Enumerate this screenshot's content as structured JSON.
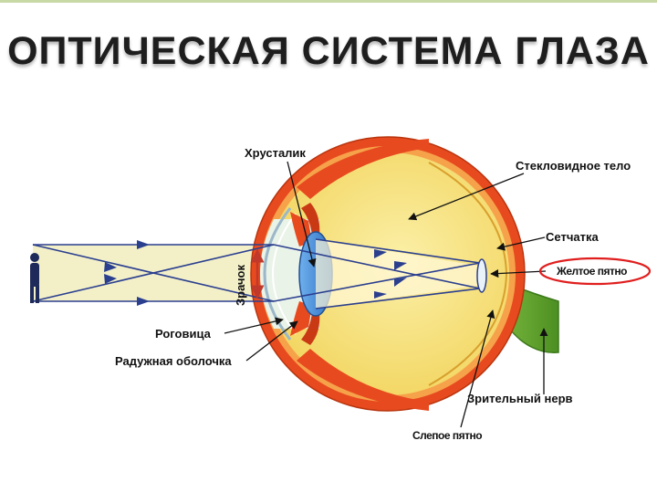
{
  "title": "ОПТИЧЕСКАЯ СИСТЕМА ГЛАЗА",
  "labels": {
    "lens": "Хрусталик",
    "vitreous": "Стекловидное тело",
    "retina": "Сетчатка",
    "macula": "Желтое пятно",
    "pupil": "Зрачок",
    "cornea": "Роговица",
    "iris": "Радужная оболочка",
    "optic_nerve": "Зрительный нерв",
    "blind_spot": "Слепое пятно"
  },
  "colors": {
    "sclera": "#e84a1f",
    "eyeball": "#f7e27a",
    "light_beam": "#f3f0c8",
    "ray": "#2b3f8f",
    "lens": "#4f8fd8",
    "optic_nerve": "#5a9e2d",
    "macula_highlight": "#e01e1e",
    "pupil_arrow": "#c0392b"
  }
}
